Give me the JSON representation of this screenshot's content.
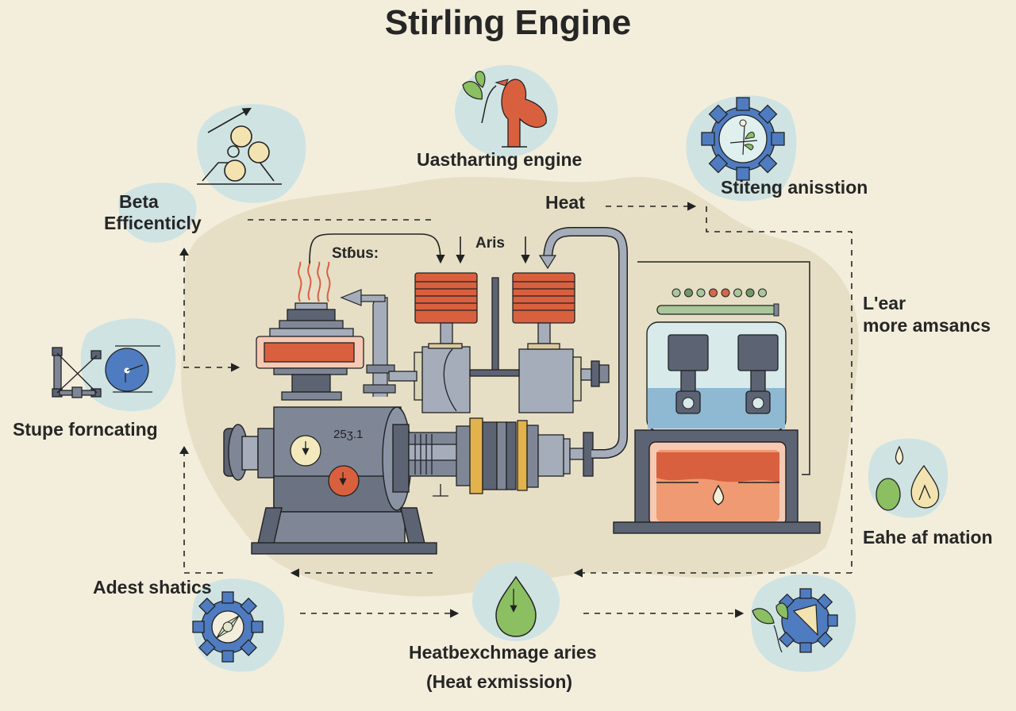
{
  "title": "Stirling Engine",
  "labels": {
    "beta_efficiency_line1": "Beta",
    "beta_efficiency_line2": "Efficenticly",
    "starting_engine": "Uastharting engine",
    "stiteng_anisstion": "Stiteng anisstion",
    "heat": "Heat",
    "status": "Stɓus:",
    "aris": "Aris",
    "learn_more_line1": "L'ear",
    "learn_more_line2": "more amsancs",
    "stupe_forncating": "Stupe forncating",
    "eahe_of_mation": "Eahe af mation",
    "adest_shatics": "Adest shatics",
    "heat_exchange_line1": "Heatbexchmage aries",
    "heat_exchange_line2": "(Heat exmission)"
  },
  "engine": {
    "gauge_readout": "25ʒ.1"
  },
  "indicator_lights": [
    "#a9c79a",
    "#6e9a64",
    "#a9c79a",
    "#d7664b",
    "#d7664b",
    "#a9c79a",
    "#6e9a64",
    "#a9c79a"
  ],
  "colors": {
    "background": "#f3eedc",
    "blob": "#e6dfc6",
    "icon_bg": "#cfe3e3",
    "metal": "#7f8797",
    "metal_dark": "#5c6373",
    "metal_light": "#a5adbb",
    "hot": "#d9603f",
    "hot_light": "#ef9a72",
    "gear_blue": "#4f7cc0",
    "leaf_green": "#8bbf62",
    "brass": "#e4b24c",
    "water": "#8fb8d2"
  }
}
